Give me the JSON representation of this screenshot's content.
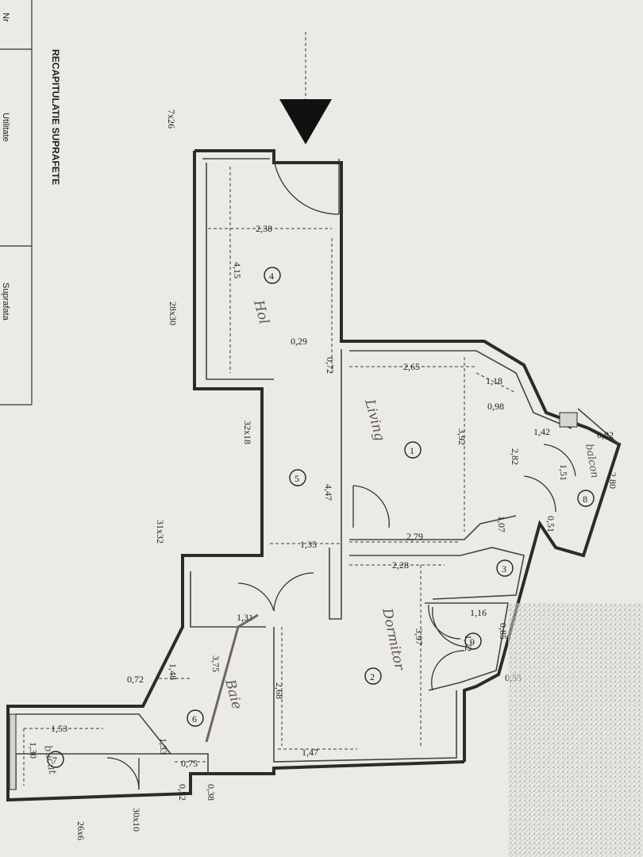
{
  "table": {
    "title": "RECAPITULATIE SUPRAFETE",
    "col1": "Utilitate",
    "col2": "Suprafata",
    "left_label": "Nr"
  },
  "rooms": [
    {
      "num": "1",
      "note": "Living"
    },
    {
      "num": "2",
      "note": "Dormitor"
    },
    {
      "num": "3",
      "note": ""
    },
    {
      "num": "4",
      "note": "Hol"
    },
    {
      "num": "5",
      "note": ""
    },
    {
      "num": "6",
      "note": "Baie"
    },
    {
      "num": "7",
      "note": "bucat"
    },
    {
      "num": "8",
      "note": "balcon"
    },
    {
      "num": "9",
      "note": ""
    }
  ],
  "dimensions": {
    "d238": "2,38",
    "d415": "4,15",
    "d029": "0,29",
    "d072a": "0,72",
    "d447": "4,47",
    "d135": "1,35",
    "d265": "2,65",
    "d118": "1,18",
    "d098": "0,98",
    "d392": "3,92",
    "d282": "2,82",
    "d142": "1,42",
    "d151": "1,51",
    "d082": "0,82",
    "d280": "2,80",
    "d051": "0,51",
    "d107": "1,07",
    "d279": "2,79",
    "d228": "2,28",
    "d397": "3,97",
    "d116": "1,16",
    "d172": "1,72",
    "d085": "0,85",
    "d055": "0,55",
    "d268": "2,68",
    "d147": "1,47",
    "d131": "1,31",
    "d375": "3,75",
    "d148": "1,48",
    "d072b": "0,72",
    "d153": "1,53",
    "d130": "1,30",
    "d133": "1,33",
    "d075": "0,75",
    "d052": "0,52",
    "d038": "0,38"
  },
  "tags": {
    "t726": "7x26",
    "t2830": "28x30",
    "t3218": "32x18",
    "t3132": "31x32",
    "t3010": "30x10",
    "t266": "26x6"
  }
}
